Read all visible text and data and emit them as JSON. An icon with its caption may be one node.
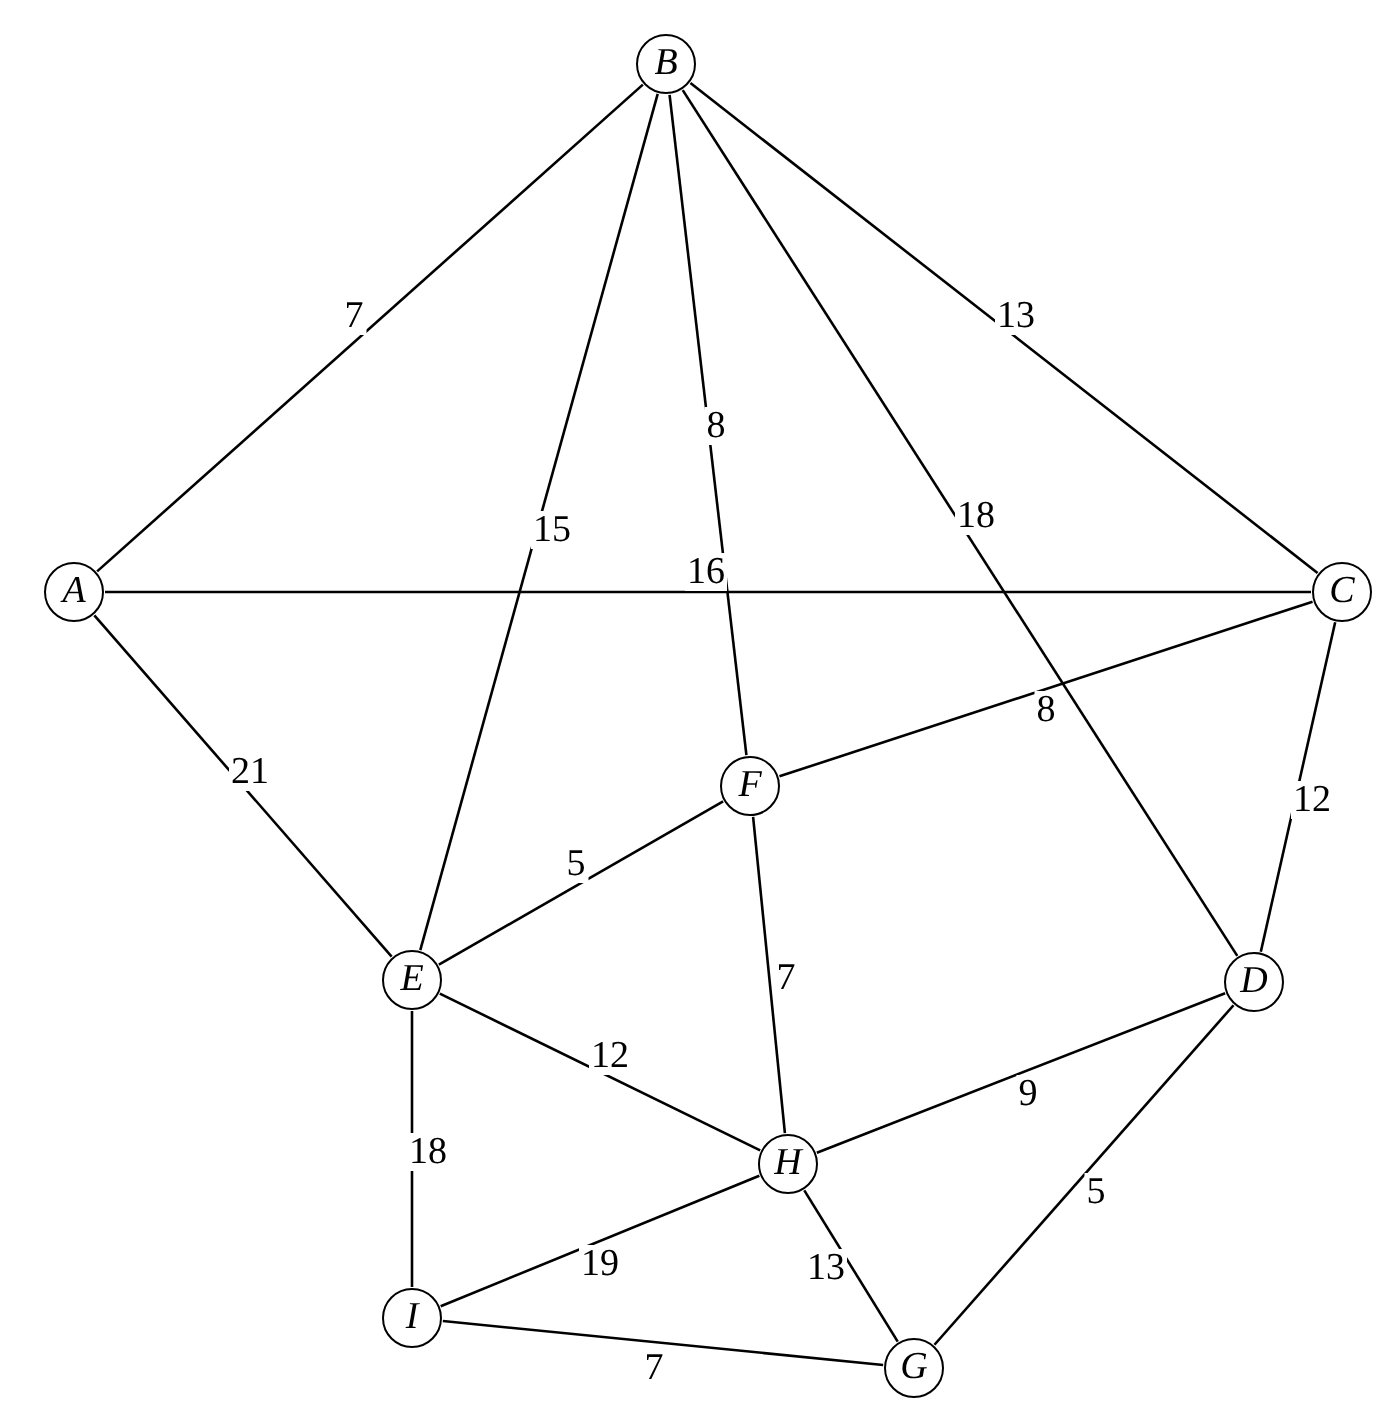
{
  "diagram": {
    "nodes": [
      {
        "text": [
          "B"
        ]
      },
      {
        "text": [
          "A"
        ]
      },
      {
        "text": [
          "C"
        ]
      },
      {
        "text": [
          "F"
        ]
      },
      {
        "text": [
          "E"
        ]
      },
      {
        "text": [
          "D"
        ]
      },
      {
        "text": [
          "H"
        ]
      },
      {
        "text": [
          "I"
        ]
      },
      {
        "text": [
          "G"
        ]
      }
    ],
    "edges": [
      {
        "from": 1,
        "to": 0,
        "arrow": "none",
        "label": "7"
      },
      {
        "from": 0,
        "to": 2,
        "arrow": "none",
        "label": "13"
      },
      {
        "from": 0,
        "to": 4,
        "arrow": "none",
        "label": "15"
      },
      {
        "from": 0,
        "to": 3,
        "arrow": "none",
        "label": "8"
      },
      {
        "from": 0,
        "to": 5,
        "arrow": "none",
        "label": "18"
      },
      {
        "from": 1,
        "to": 2,
        "arrow": "none",
        "label": "16"
      },
      {
        "from": 1,
        "to": 4,
        "arrow": "none",
        "label": "21"
      },
      {
        "from": 2,
        "to": 3,
        "arrow": "none",
        "label": "8"
      },
      {
        "from": 2,
        "to": 5,
        "arrow": "none",
        "label": "12"
      },
      {
        "from": 4,
        "to": 3,
        "arrow": "none",
        "label": "5"
      },
      {
        "from": 3,
        "to": 6,
        "arrow": "none",
        "label": "7"
      },
      {
        "from": 4,
        "to": 6,
        "arrow": "none",
        "label": "12"
      },
      {
        "from": 4,
        "to": 7,
        "arrow": "none",
        "label": "18"
      },
      {
        "from": 6,
        "to": 5,
        "arrow": "none",
        "label": "9"
      },
      {
        "from": 5,
        "to": 8,
        "arrow": "none",
        "label": "5"
      },
      {
        "from": 7,
        "to": 6,
        "arrow": "none",
        "label": "19"
      },
      {
        "from": 6,
        "to": 8,
        "arrow": "none",
        "label": "13"
      },
      {
        "from": 7,
        "to": 8,
        "arrow": "none",
        "label": "7"
      }
    ]
  }
}
